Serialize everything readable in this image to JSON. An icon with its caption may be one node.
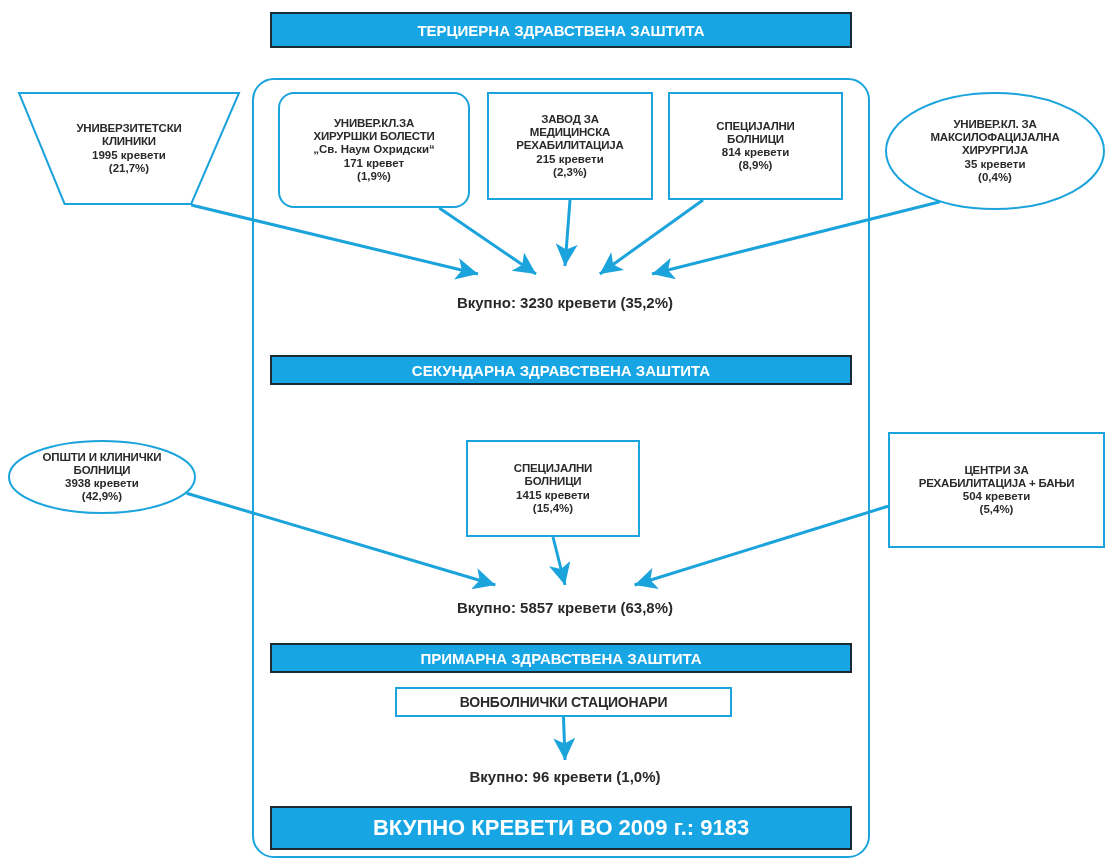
{
  "diagram": {
    "nodes": [
      {
        "text": [
          "ТЕРЦИЕРНА ЗДРАВСТВЕНА ЗАШТИТА"
        ]
      },
      {
        "text": [
          "УНИВЕРЗИТЕТСКИ КЛИНИКИ",
          "1995 кревети",
          "(21,7%)"
        ]
      },
      {
        "text": [],
        "shape": "box"
      },
      {
        "text": [
          "УНИВЕР.КЛ.ЗА ХИРУРШКИ БОЛЕСТИ",
          "„Св. Наум Охридски“",
          "171 кревет",
          "(1,9%)"
        ],
        "in": 2
      },
      {
        "text": [
          "ЗАВОД ЗА МЕДИЦИНСКА РЕХАБИЛИТАЦИЈА",
          "215 кревети",
          "(2,3%)"
        ],
        "in": 2
      },
      {
        "text": [
          "СПЕЦИЈАЛНИ БОЛНИЦИ",
          "814 кревети",
          "(8,9%)"
        ],
        "in": 2
      },
      {
        "text": [
          "УНИВЕР.КЛ. ЗА МАКСИЛОФАЦИЈАЛНА ХИРУРГИЈА",
          "35 кревети",
          "(0,4%)"
        ]
      },
      {
        "text": [
          "Вкупно: 3230 кревети (35,2%)"
        ],
        "in": 2
      },
      {
        "text": [
          "СЕКУНДАРНА ЗДРАВСТВЕНА ЗАШТИТА"
        ],
        "in": 2
      },
      {
        "text": [
          "ОПШТИ И КЛИНИЧКИ БОЛНИЦИ",
          "3938 кревети",
          "(42,9%)"
        ]
      },
      {
        "text": [
          "СПЕЦИЈАЛНИ БОЛНИЦИ",
          "1415 кревети",
          "(15,4%)"
        ],
        "in": 2
      },
      {
        "text": [
          "ЦЕНТРИ ЗА РЕХАБИЛИТАЦИЈА + БАЊИ",
          "504 кревети",
          "(5,4%)"
        ]
      },
      {
        "text": [
          "Вкупно: 5857 кревети (63,8%)"
        ],
        "in": 2
      },
      {
        "text": [
          "ПРИМАРНА ЗДРАВСТВЕНА ЗАШТИТА"
        ],
        "in": 2
      },
      {
        "text": [
          "ВОНБОЛНИЧКИ СТАЦИОНАРИ"
        ],
        "in": 2
      },
      {
        "text": [
          "Вкупно: 96 кревети (1,0%)"
        ],
        "in": 2
      },
      {
        "text": [
          "ВКУПНО КРЕВЕТИ ВО 2009 г.: 9183"
        ],
        "in": 2
      }
    ],
    "edges": [
      {
        "from": 1,
        "to": 7,
        "arrow": "to"
      },
      {
        "from": 3,
        "to": 7,
        "arrow": "to"
      },
      {
        "from": 4,
        "to": 7,
        "arrow": "to"
      },
      {
        "from": 5,
        "to": 7,
        "arrow": "to"
      },
      {
        "from": 6,
        "to": 7,
        "arrow": "to"
      },
      {
        "from": 9,
        "to": 12,
        "arrow": "to"
      },
      {
        "from": 10,
        "to": 12,
        "arrow": "to"
      },
      {
        "from": 11,
        "to": 12,
        "arrow": "to"
      },
      {
        "from": 14,
        "to": 15,
        "arrow": "to"
      }
    ]
  }
}
